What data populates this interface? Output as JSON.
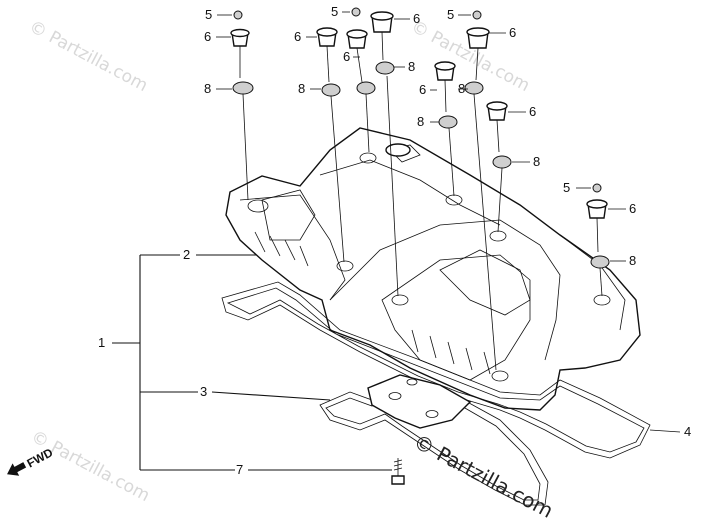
{
  "watermark": "© Partzilla.com",
  "copyright": "© Partzilla.com",
  "fwd_label": "FWD",
  "callouts": {
    "n1": "1",
    "n2": "2",
    "n3": "3",
    "n4": "4",
    "n5": "5",
    "n6": "6",
    "n7": "7",
    "n8": "8"
  }
}
